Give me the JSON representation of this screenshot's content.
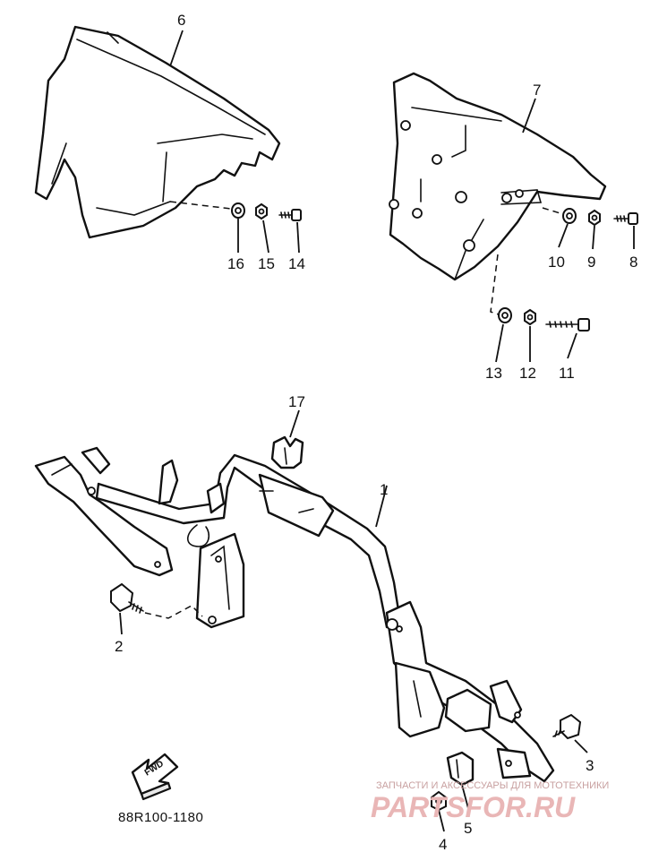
{
  "callouts": [
    "1",
    "2",
    "3",
    "4",
    "5",
    "6",
    "7",
    "8",
    "9",
    "10",
    "11",
    "12",
    "13",
    "14",
    "15",
    "16",
    "17"
  ],
  "diagram_code": "88R100-1180",
  "direction_arrow": {
    "label": "FWD",
    "icon": "forward-arrow-icon"
  },
  "watermark": {
    "caption": "ЗАПЧАСТИ И АКСЕССУАРЫ ДЛЯ МОТОТЕХНИКИ",
    "logo": "PARTSFOR.RU",
    "color": "#e9b6b6"
  }
}
